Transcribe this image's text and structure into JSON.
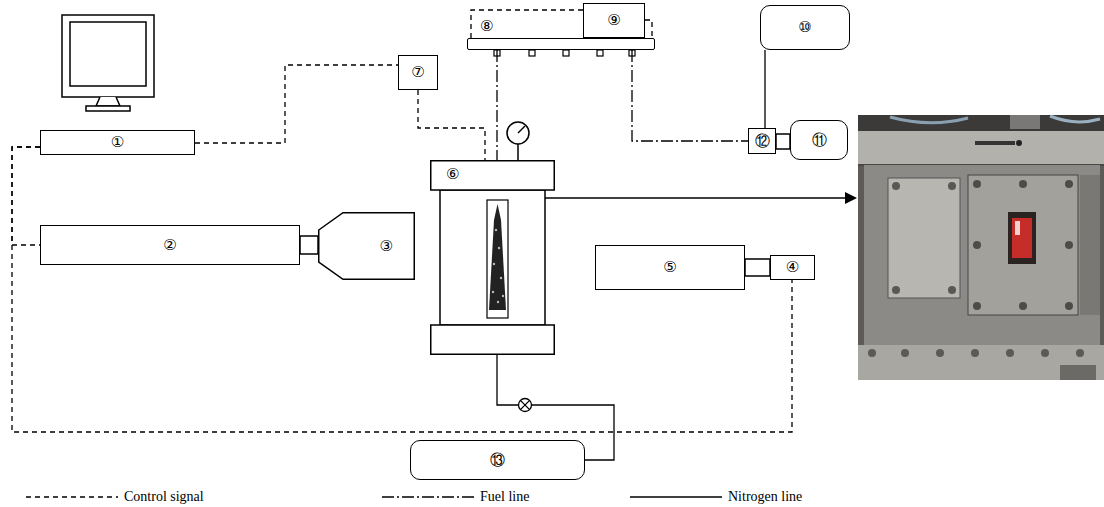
{
  "diagram": {
    "nodes": [
      {
        "text": [
          "①"
        ]
      },
      {
        "text": [
          "②"
        ]
      },
      {
        "text": [
          "③"
        ]
      },
      {
        "text": [
          "④"
        ]
      },
      {
        "text": [
          "⑤"
        ]
      },
      {
        "text": [
          "⑥"
        ]
      },
      {
        "text": [
          "⑦"
        ]
      },
      {
        "text": [
          "⑧"
        ]
      },
      {
        "text": [
          "⑨"
        ]
      },
      {
        "text": [
          "⑩"
        ]
      },
      {
        "text": [
          "⑪"
        ]
      },
      {
        "text": [
          "⑫"
        ]
      },
      {
        "text": [
          "⑬"
        ]
      }
    ],
    "edges": [
      {
        "from": 0,
        "to": 6,
        "arrow": "none"
      },
      {
        "from": 0,
        "to": 1,
        "arrow": "none"
      },
      {
        "from": 0,
        "to": 3,
        "arrow": "none"
      },
      {
        "from": 6,
        "to": 5,
        "arrow": "none"
      },
      {
        "from": 8,
        "to": 7,
        "arrow": "none"
      },
      {
        "from": 8,
        "to": 7,
        "arrow": "none"
      },
      {
        "from": 7,
        "to": 5,
        "arrow": "none"
      },
      {
        "from": 7,
        "to": 11,
        "arrow": "none"
      },
      {
        "from": 9,
        "to": 11,
        "arrow": "none"
      },
      {
        "from": 12,
        "to": 5,
        "arrow": "none"
      }
    ],
    "legend": [
      {
        "text": "Control signal"
      },
      {
        "text": "Fuel line"
      },
      {
        "text": "Nitrogen line"
      }
    ]
  }
}
